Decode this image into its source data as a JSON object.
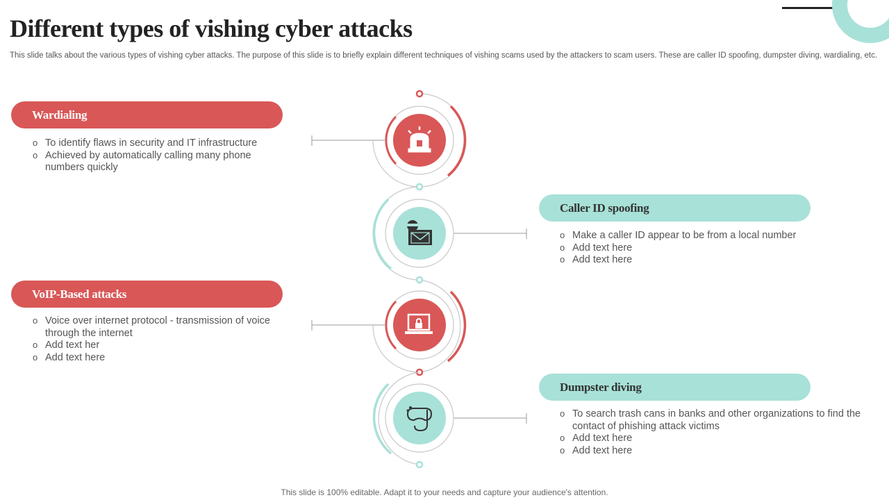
{
  "slide": {
    "title": "Different types of vishing cyber attacks",
    "subtitle": "This slide talks about the various types of vishing cyber attacks. The purpose of this slide is to briefly explain different techniques of vishing scams used by the attackers to scam users. These are caller ID spoofing, dumpster diving, wardialing, etc.",
    "footer": "This slide is 100% editable. Adapt it to your needs and capture your audience's attention."
  },
  "colors": {
    "red": "#d95757",
    "teal": "#a8e1d8",
    "grey_ring": "#bfbfbf",
    "text": "#555555"
  },
  "items": [
    {
      "title": "Wardialing",
      "icon": "siren-icon",
      "color": "red",
      "bullets": [
        "To identify flaws in security and IT infrastructure",
        "Achieved by automatically calling many phone numbers quickly"
      ]
    },
    {
      "title": "Caller ID spoofing",
      "icon": "hacker-mail-icon",
      "color": "teal",
      "bullets": [
        "Make a caller ID appear to be from a local number",
        "Add text here",
        "Add text here"
      ]
    },
    {
      "title": "VoIP-Based attacks",
      "icon": "laptop-lock-icon",
      "color": "red",
      "bullets": [
        "Voice over internet protocol - transmission of voice through the internet",
        "Add text her",
        "Add text here"
      ]
    },
    {
      "title": "Dumpster diving",
      "icon": "diving-mask-icon",
      "color": "teal",
      "bullets": [
        "To search trash cans in banks and other organizations to find the contact of phishing attack victims",
        "Add text here",
        "Add text here"
      ]
    }
  ]
}
